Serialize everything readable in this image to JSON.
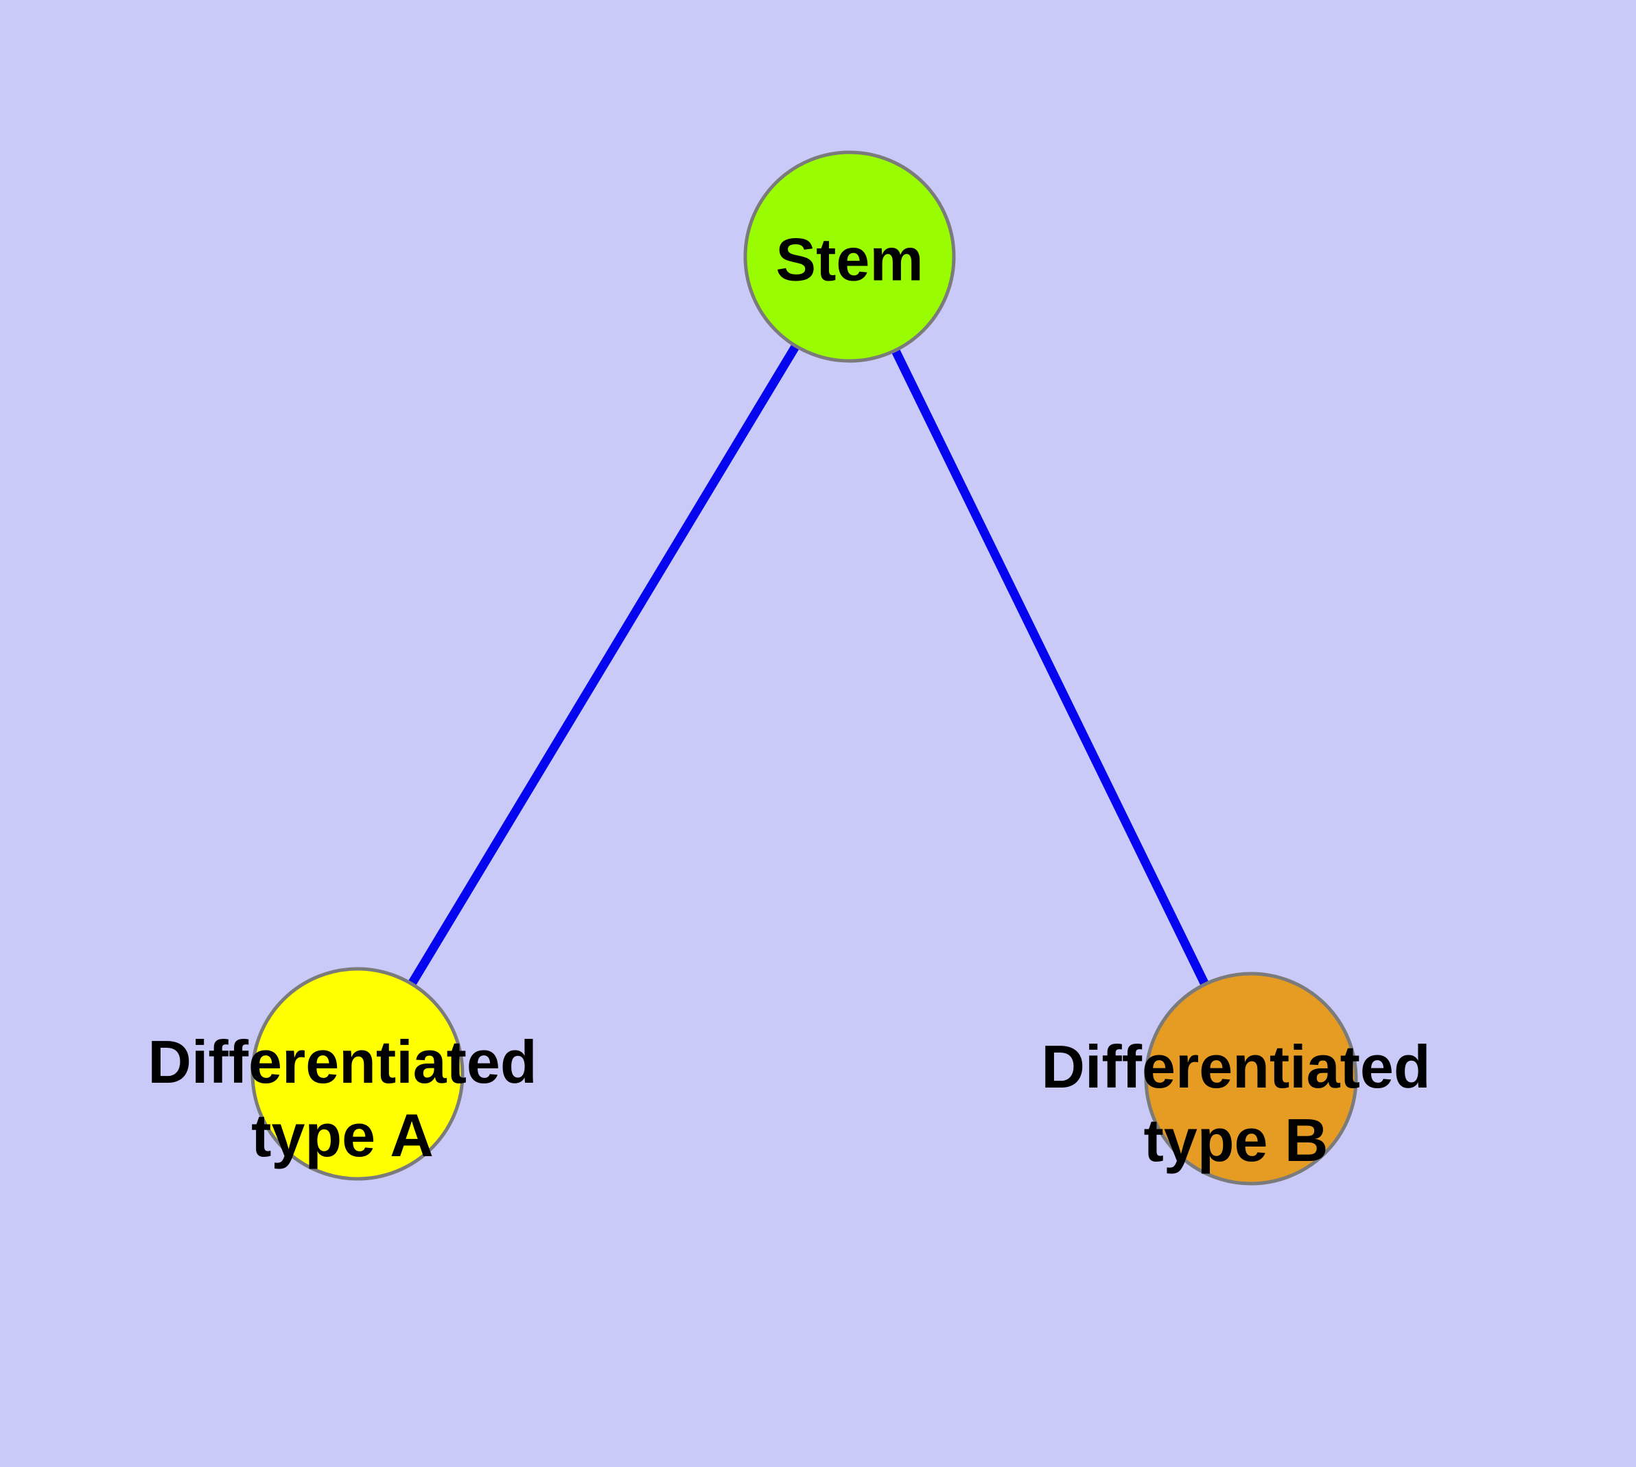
{
  "diagram": {
    "title": "stem-cell-differentiation-graph",
    "background_color": "#CACAF9",
    "edge_color": "#0505F0",
    "node_border_color": "#7B7B7B",
    "label_color": "#000000",
    "nodes": [
      {
        "id": "stem",
        "label": "Stem",
        "fill": "#9AFC00"
      },
      {
        "id": "diff-a",
        "label": "Differentiated\ntype A",
        "fill": "#FFFF00"
      },
      {
        "id": "diff-b",
        "label": "Differentiated\ntype B",
        "fill": "#E69B23"
      }
    ],
    "edges": [
      {
        "from": "stem",
        "to": "diff-a"
      },
      {
        "from": "stem",
        "to": "diff-b"
      }
    ]
  }
}
